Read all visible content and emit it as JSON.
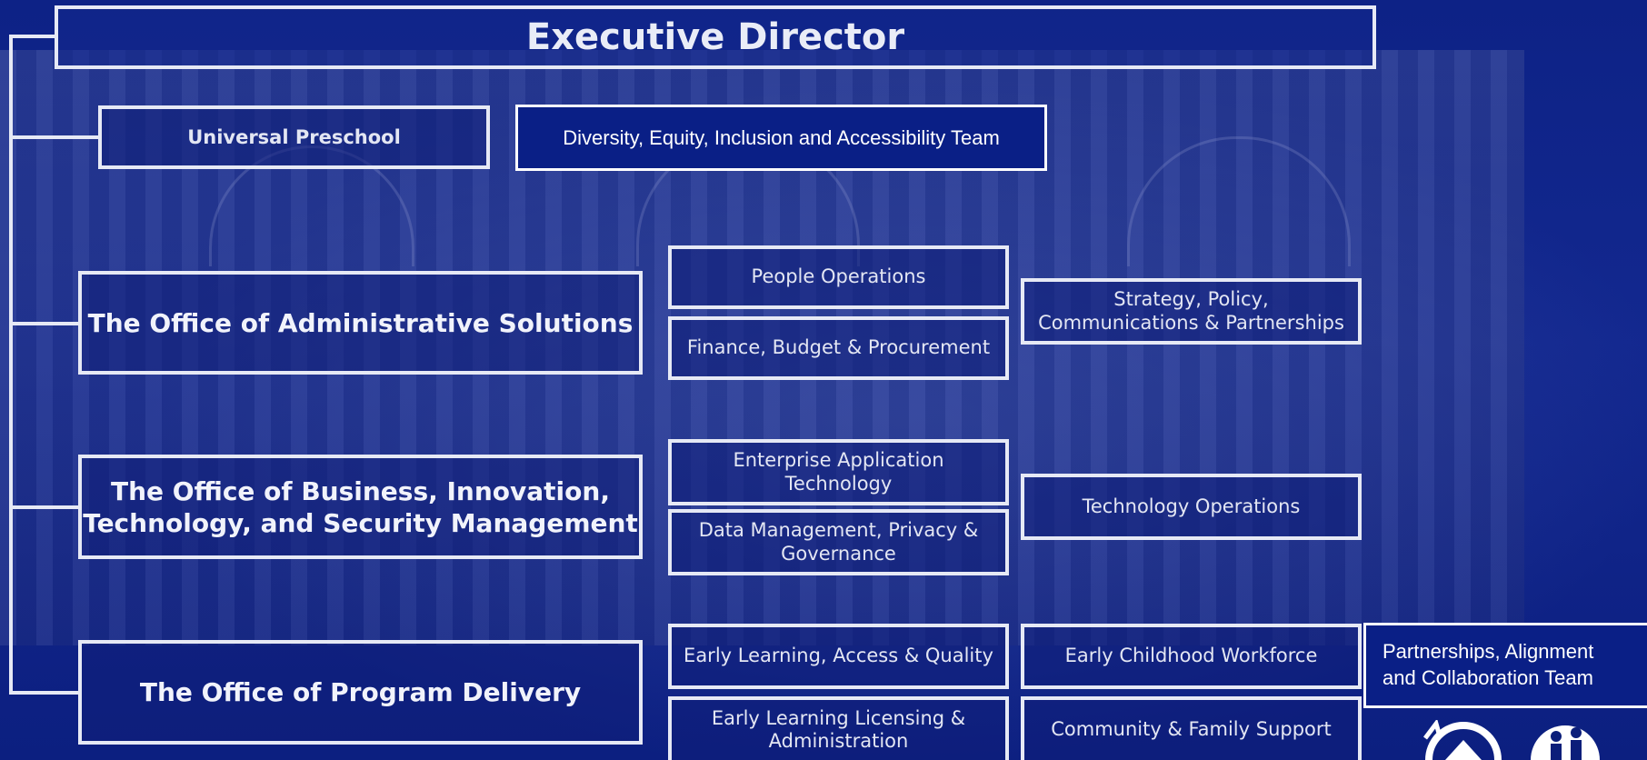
{
  "org_chart": {
    "executive": "Executive Director",
    "universal_preschool": "Universal Preschool",
    "deia_team": "Diversity, Equity, Inclusion and Accessibility Team",
    "admin_office": "The Office of Administrative Solutions",
    "people_ops": "People Operations",
    "finance": "Finance, Budget & Procurement",
    "strategy": "Strategy, Policy, Communications & Partnerships",
    "bits_office_line1": "The Office of Business, Innovation,",
    "bits_office_line2": "Technology, and Security Management",
    "enterprise_app_line1": "Enterprise Application",
    "enterprise_app_line2": "Technology",
    "data_mgmt_line1": "Data Management, Privacy &",
    "data_mgmt_line2": "Governance",
    "tech_ops": "Technology Operations",
    "program_office": "The Office of Program Delivery",
    "early_learning_access": "Early Learning, Access & Quality",
    "workforce": "Early Childhood Workforce",
    "partnerships_line1": "Partnerships, Alignment",
    "partnerships_line2": "and Collaboration Team",
    "licensing_line1": "Early Learning Licensing &",
    "licensing_line2": "Administration",
    "community": "Community & Family Support"
  },
  "colors": {
    "background": "#0b1e7a",
    "box_border": "#e6e9f5",
    "text": "#ffffff"
  },
  "icons": [
    "mountain-sun-logo-icon",
    "children-logo-icon"
  ]
}
